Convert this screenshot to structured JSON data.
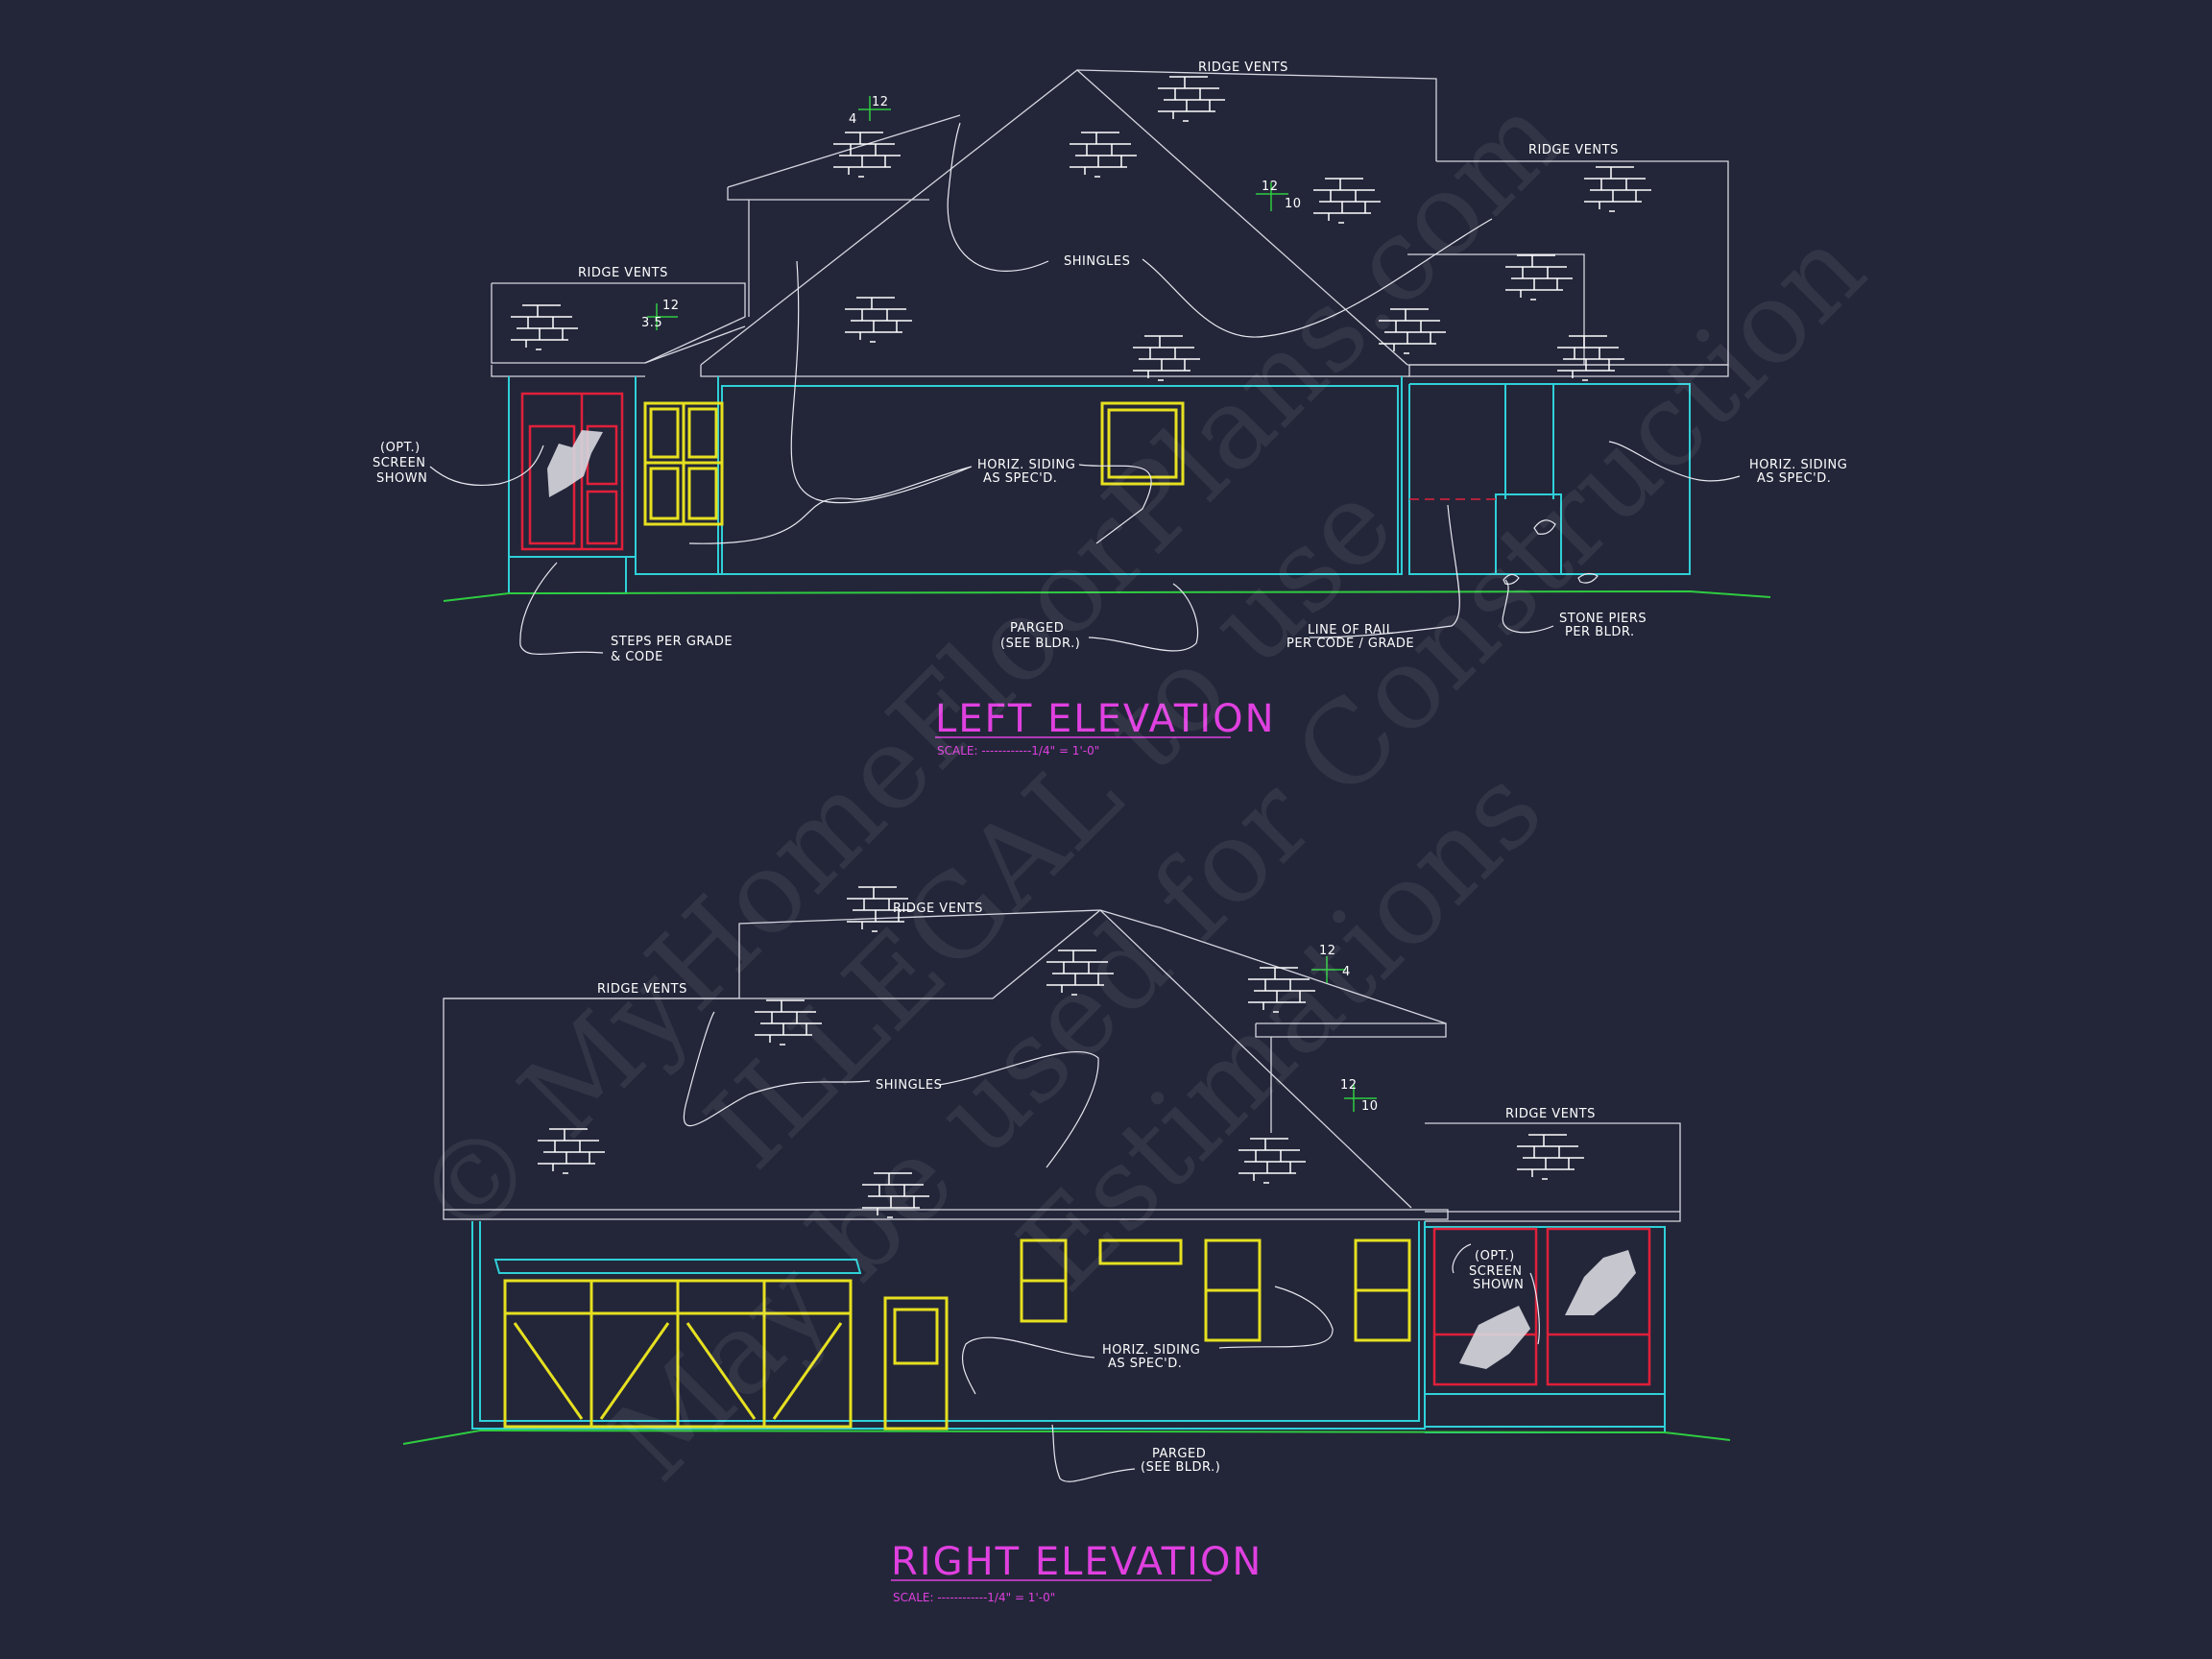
{
  "left_elevation": {
    "title": "LEFT ELEVATION",
    "scale": "SCALE: ------------1/4\" = 1'-0\"",
    "notes": {
      "ridge_vents_top": "RIDGE VENTS",
      "ridge_vents_right": "RIDGE VENTS",
      "ridge_vents_left": "RIDGE VENTS",
      "shingles": "SHINGLES",
      "opt": "(OPT.)",
      "screen": "SCREEN",
      "shown": "SHOWN",
      "horiz_siding_a": "HORIZ. SIDING",
      "horiz_siding_b": "AS SPEC'D.",
      "horiz_siding2_a": "HORIZ. SIDING",
      "horiz_siding2_b": "AS SPEC'D.",
      "steps_a": "STEPS PER GRADE",
      "steps_b": "& CODE",
      "parged_a": "PARGED",
      "parged_b": "(SEE BLDR.)",
      "rail_a": "LINE OF RAIL",
      "rail_b": "PER CODE / GRADE",
      "piers_a": "STONE PIERS",
      "piers_b": "PER BLDR."
    },
    "pitches": {
      "p1_rise": "4",
      "p1_run": "12",
      "p2_rise": "3.5",
      "p2_run": "12",
      "p3_rise": "10",
      "p3_run": "12"
    }
  },
  "right_elevation": {
    "title": "RIGHT ELEVATION",
    "scale": "SCALE: ------------1/4\" = 1'-0\"",
    "notes": {
      "ridge_vents_top": "RIDGE VENTS",
      "ridge_vents_left": "RIDGE VENTS",
      "ridge_vents_right": "RIDGE VENTS",
      "shingles": "SHINGLES",
      "opt": "(OPT.)",
      "screen": "SCREEN",
      "shown": "SHOWN",
      "horiz_siding_a": "HORIZ. SIDING",
      "horiz_siding_b": "AS SPEC'D.",
      "parged_a": "PARGED",
      "parged_b": "(SEE BLDR.)"
    },
    "pitches": {
      "p1_rise": "4",
      "p1_run": "12",
      "p2_rise": "10",
      "p2_run": "12"
    }
  },
  "watermark": {
    "line1": "© MyHomeFloorPlans.com",
    "line2": "ILLEGAL to use",
    "line3": "May be used for Construction",
    "line4": "Estimations"
  },
  "colors": {
    "background": "#232639",
    "wall_lines": "#2fd0d8",
    "roof_lines": "#d6d6e0",
    "windows": "#e6e020",
    "screens": "#e0203a",
    "grade_line": "#2ecc40",
    "titles": "#e040e0"
  }
}
